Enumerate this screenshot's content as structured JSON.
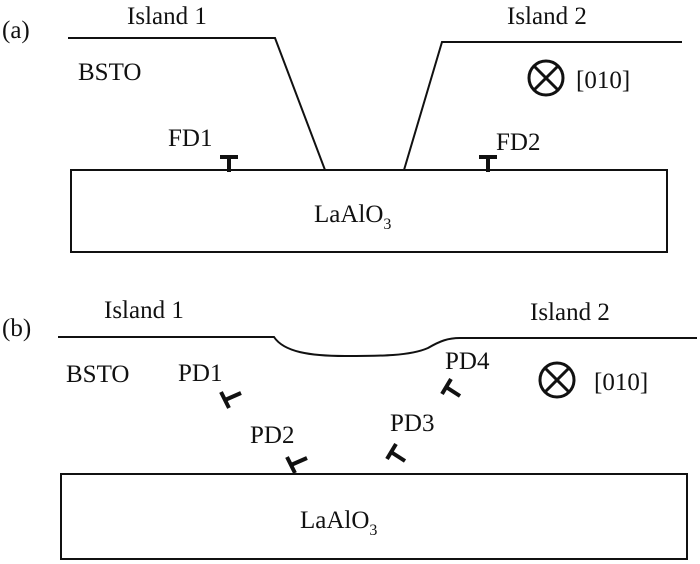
{
  "panels": [
    {
      "tag": "(a)",
      "island_left": "Island 1",
      "island_right": "Island 2",
      "film": "BSTO",
      "substrate_main": "LaAlO",
      "substrate_sub": "3",
      "direction": "[010]",
      "dislocations": [
        "FD1",
        "FD2"
      ]
    },
    {
      "tag": "(b)",
      "island_left": "Island 1",
      "island_right": "Island 2",
      "film": "BSTO",
      "substrate_main": "LaAlO",
      "substrate_sub": "3",
      "direction": "[010]",
      "dislocations": [
        "PD1",
        "PD2",
        "PD3",
        "PD4"
      ]
    }
  ],
  "colors": {
    "ink": "#111111",
    "background": "#ffffff"
  },
  "icons": {
    "direction_symbol": "circle-cross-into-page-icon",
    "dislocation_symbol": "perpendicular-t-icon"
  }
}
